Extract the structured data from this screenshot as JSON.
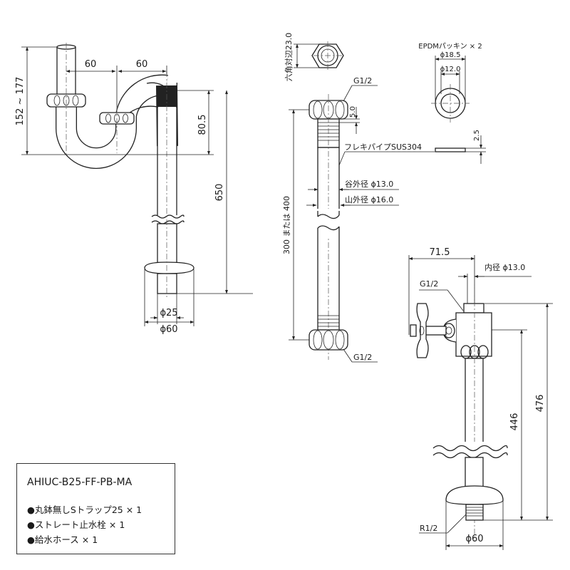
{
  "trap": {
    "dim_width_left": "60",
    "dim_width_right": "60",
    "dim_height_range": "152 ~ 177",
    "dim_seal": "80.5",
    "dim_total": "650",
    "dim_pipe_dia": "ϕ25",
    "dim_flange_dia": "ϕ60"
  },
  "hose": {
    "hex_size": "六角対辺23.0",
    "thread_top": "G1/2",
    "thread_bottom": "G1/2",
    "dim_5": "5.0",
    "material": "フレキパイプSUS304",
    "valley_od": "谷外径 ϕ13.0",
    "peak_od": "山外径 ϕ16.0",
    "length": "300 または 400"
  },
  "packing": {
    "title": "EPDMパッキン × 2",
    "outer_dia": "ϕ18.5",
    "inner_dia": "ϕ12.0",
    "thickness": "2.5"
  },
  "valve": {
    "dim_71_5": "71.5",
    "inner_dia": "内径 ϕ13.0",
    "thread_in": "G1/2",
    "dim_446": "446",
    "dim_476": "476",
    "thread_out": "R1/2",
    "flange_dia": "ϕ60"
  },
  "info": {
    "model": "AHIUC-B25-FF-PB-MA",
    "items": [
      "●丸鉢無しSトラップ25 × 1",
      "●ストレート止水栓 × 1",
      "●給水ホース × 1"
    ]
  }
}
